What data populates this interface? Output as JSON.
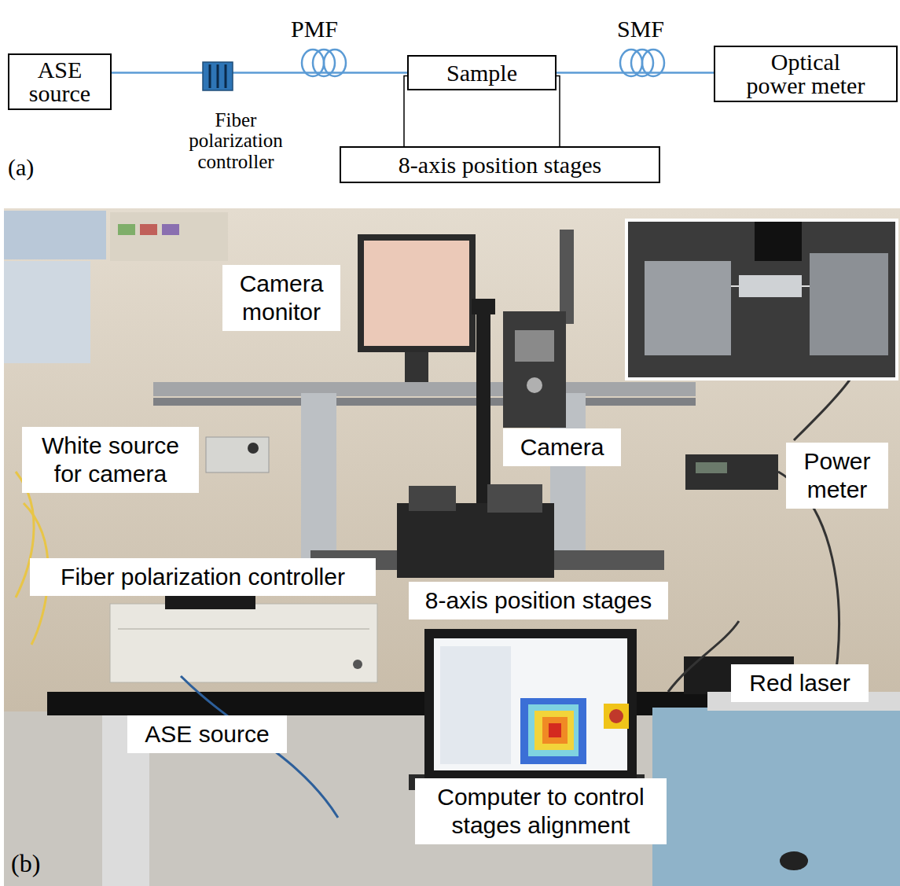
{
  "diagram": {
    "nodes": [
      {
        "text": [
          "ASE source"
        ]
      },
      {
        "text": [
          "Sample"
        ]
      },
      {
        "text": [
          "Optical power meter"
        ]
      },
      {
        "text": [
          "8-axis position stages"
        ]
      },
      {
        "text": [
          "Camera monitor"
        ]
      },
      {
        "text": [
          "White source for camera"
        ]
      },
      {
        "text": [
          "Camera"
        ]
      },
      {
        "text": [
          "Power meter"
        ]
      },
      {
        "text": [
          "Fiber polarization controller"
        ]
      },
      {
        "text": [
          "8-axis position stages"
        ]
      },
      {
        "text": [
          "Red laser"
        ]
      },
      {
        "text": [
          "ASE source"
        ]
      },
      {
        "text": [
          "Computer to control stages alignment"
        ]
      }
    ],
    "edges": [
      {
        "from": 0,
        "to": 1,
        "arrow": "none"
      },
      {
        "from": 1,
        "to": 2,
        "arrow": "none"
      },
      {
        "from": 1,
        "to": 3,
        "arrow": "none"
      },
      {
        "from": 1,
        "to": 3,
        "arrow": "none"
      }
    ],
    "labels": [
      "PMF",
      "SMF",
      "Fiber polarization controller",
      "(a)",
      "(b)"
    ]
  }
}
